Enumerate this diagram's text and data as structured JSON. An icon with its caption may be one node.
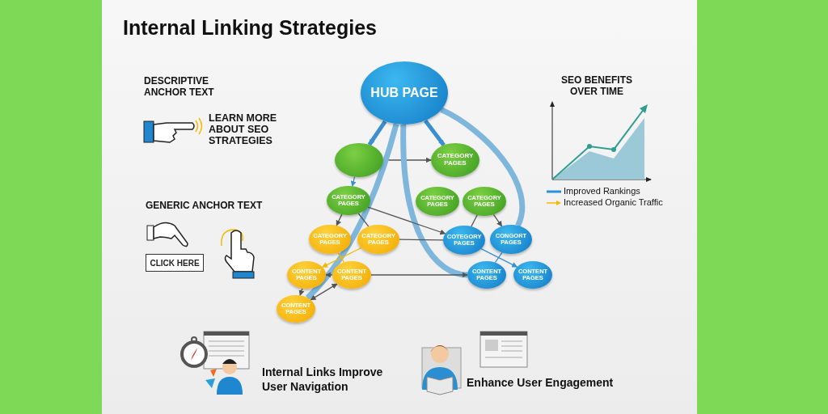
{
  "diagram": {
    "title": "Internal Linking Strategies",
    "nodes": [
      {
        "text": [
          "HUB PAGE"
        ]
      },
      {
        "text": [],
        "shape": "circle"
      },
      {
        "text": [
          "CATEGORY PAGES"
        ]
      },
      {
        "text": [
          "CATEGORY PAGES"
        ]
      },
      {
        "text": [
          "CATEGORY PAGES"
        ]
      },
      {
        "text": [
          "CATEGORY PAGES"
        ]
      },
      {
        "text": [
          "CATEGORY PAGES"
        ]
      },
      {
        "text": [
          "CATEGORY PAGES"
        ]
      },
      {
        "text": [
          "COTEGORY PAGES"
        ]
      },
      {
        "text": [
          "CONGORT PAGES"
        ]
      },
      {
        "text": [
          "CONTENT PAGES"
        ]
      },
      {
        "text": [
          "CONTENT PAGES"
        ]
      },
      {
        "text": [
          "CONTENT PAGES"
        ]
      },
      {
        "text": [
          "CONTENT PAGES"
        ]
      },
      {
        "text": [
          "CONTENT PAGES"
        ]
      },
      {
        "text": [
          "CLICK HERE"
        ]
      }
    ],
    "edges": [
      {
        "from": 0,
        "to": 1,
        "arrow": "to",
        "style": "thick",
        "color": "#3b8fd0"
      },
      {
        "from": 0,
        "to": 2,
        "arrow": "to",
        "style": "thick",
        "color": "#3b8fd0"
      },
      {
        "from": 1,
        "to": 2,
        "arrow": "to"
      },
      {
        "from": 1,
        "to": 3,
        "arrow": "to",
        "color": "#3b8fd0"
      },
      {
        "from": 0,
        "to": 14,
        "arrow": "to",
        "style": "thick",
        "color": "#7fb6dc"
      },
      {
        "from": 0,
        "to": 12,
        "arrow": "to",
        "style": "thick",
        "color": "#7fb6dc"
      },
      {
        "from": 0,
        "to": 9,
        "arrow": "to",
        "style": "thick",
        "color": "#7fb6dc"
      },
      {
        "from": 3,
        "to": 6,
        "arrow": "to"
      },
      {
        "from": 3,
        "to": 7,
        "arrow": "none"
      },
      {
        "from": 3,
        "to": 8,
        "arrow": "to"
      },
      {
        "from": 5,
        "to": 8,
        "arrow": "none"
      },
      {
        "from": 5,
        "to": 9,
        "arrow": "to"
      },
      {
        "from": 7,
        "to": 8,
        "arrow": "none"
      },
      {
        "from": 7,
        "to": 10,
        "arrow": "to",
        "color": "#f5b800"
      },
      {
        "from": 6,
        "to": 11,
        "arrow": "none",
        "color": "#f5b800"
      },
      {
        "from": 11,
        "to": 10,
        "arrow": "to"
      },
      {
        "from": 11,
        "to": 12,
        "arrow": "to"
      },
      {
        "from": 11,
        "to": 14,
        "arrow": "both"
      },
      {
        "from": 10,
        "to": 14,
        "arrow": "to"
      },
      {
        "from": 8,
        "to": 13,
        "arrow": "to",
        "color": "#3b8fd0"
      },
      {
        "from": 9,
        "to": 12,
        "arrow": "none",
        "color": "#3b8fd0"
      }
    ],
    "labels": [
      "DESCRIPTIVE ANCHOR TEXT",
      "LEARN MORE ABOUT SEO STRATEGIES",
      "GENERIC ANCHOR TEXT",
      "SEO BENEFITS OVER TIME",
      "Internal Links Improve User Navigation",
      "Enhance User Engagement"
    ],
    "legend": [
      {
        "text": "Improved Rankings"
      },
      {
        "text": "Increased Organic Traffic"
      }
    ]
  }
}
